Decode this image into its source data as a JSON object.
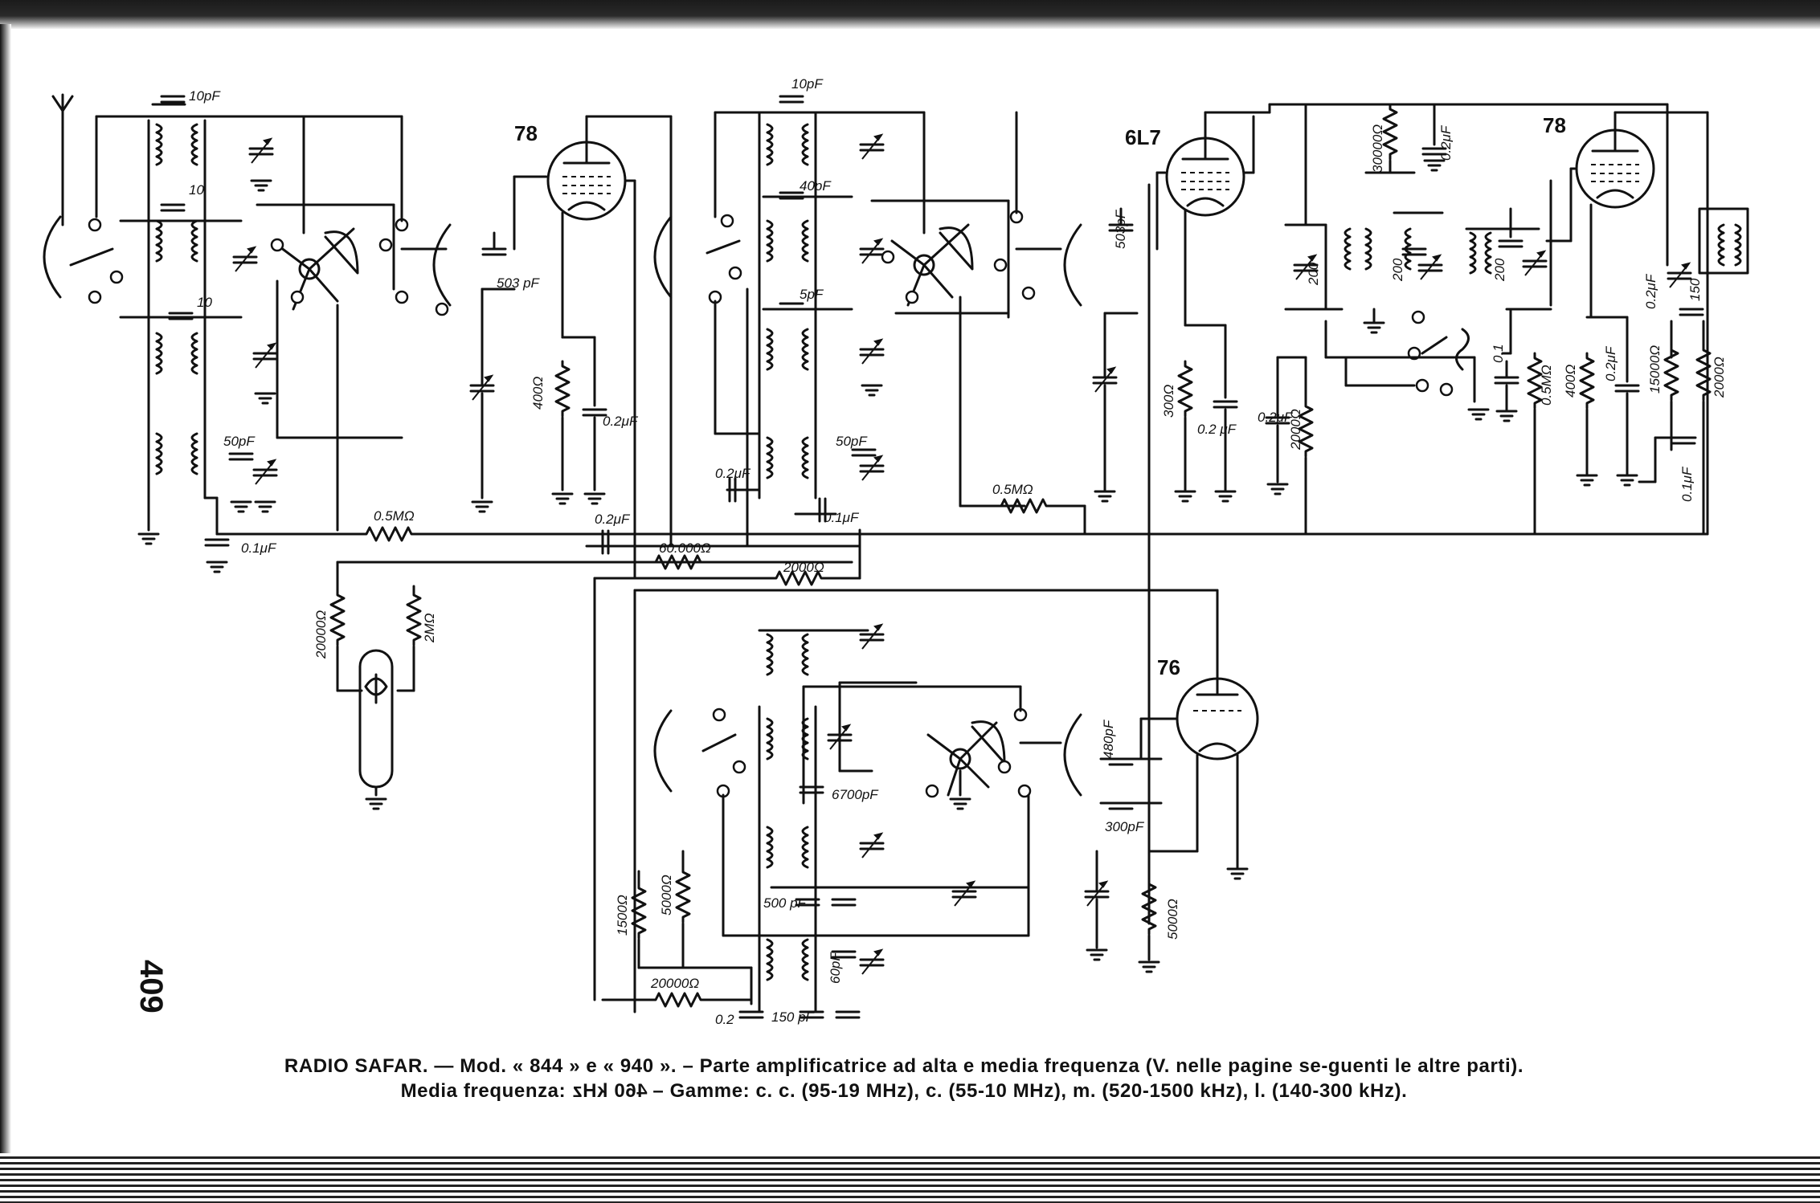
{
  "caption": {
    "line1": "RADIO SAFAR. — Mod. « 844 » e « 940 ». – Parte amplificatrice ad alta e media frequenza (V. nelle pagine se-guenti le altre parti).",
    "line2_prefix": "Media frequenza:",
    "line2_mirrored": "460 kHz",
    "line2_suffix": "– Gamme: c. c. (95-19 MHz), c. (55-10 MHz), m. (520-1500 kHz), l. (140-300 kHz)."
  },
  "page_number": "409",
  "tubes": {
    "t1": "78",
    "t2": "6L7",
    "t3": "78",
    "t4": "76"
  },
  "labels": {
    "c_10pF_a": "10pF",
    "c_10_a": "10",
    "c_10_b": "10",
    "c_50pF_a": "50pF",
    "c_01uF_a": "0.1μF",
    "r_05M_a": "0.5MΩ",
    "c_503pF_a": "503 pF",
    "r_400_a": "400Ω",
    "c_02uF_a": "0.2μF",
    "c_02uF_b": "0.2μF",
    "r_60000": "60.000Ω",
    "r_2000_a": "2000Ω",
    "c_10pF_b": "10pF",
    "c_40pF": "40pF",
    "c_5pF": "5pF",
    "c_50pF_b": "50pF",
    "c_02uF_c": "0.2μF",
    "c_01uF_b": "0.1μF",
    "r_05M_b": "0.5MΩ",
    "c_503pF_b": "503pF",
    "r_300": "300Ω",
    "c_02uF_d": "0.2 μF",
    "c_02uF_e": "0.2μF",
    "r_2000_b": "2000Ω",
    "r_30000": "30000Ω",
    "c_02uF_f": "0.2μF",
    "c_200_a": "200",
    "c_200_b": "200",
    "c_200_c": "200",
    "c_01": "0.1",
    "r_05M_c": "0.5MΩ",
    "r_400_b": "400Ω",
    "c_02uF_g": "0.2μF",
    "r_15000": "15000Ω",
    "c_02uF_h": "0.2μF",
    "c_150_a": "150",
    "r_2000_c": "2000Ω",
    "c_01uF_c": "0.1μF",
    "r_20000_a": "20000Ω",
    "r_2M": "2MΩ",
    "c_480pF": "480pF",
    "c_6700pF": "6700pF",
    "c_300pF": "300pF",
    "r_5000_a": "5000Ω",
    "c_500pF": "500 pF",
    "c_60pF": "60pF",
    "r_1500": "1500Ω",
    "r_5000_b": "5000Ω",
    "r_20000_b": "20000Ω",
    "c_02": "0.2",
    "c_150pF": "150 pF"
  }
}
